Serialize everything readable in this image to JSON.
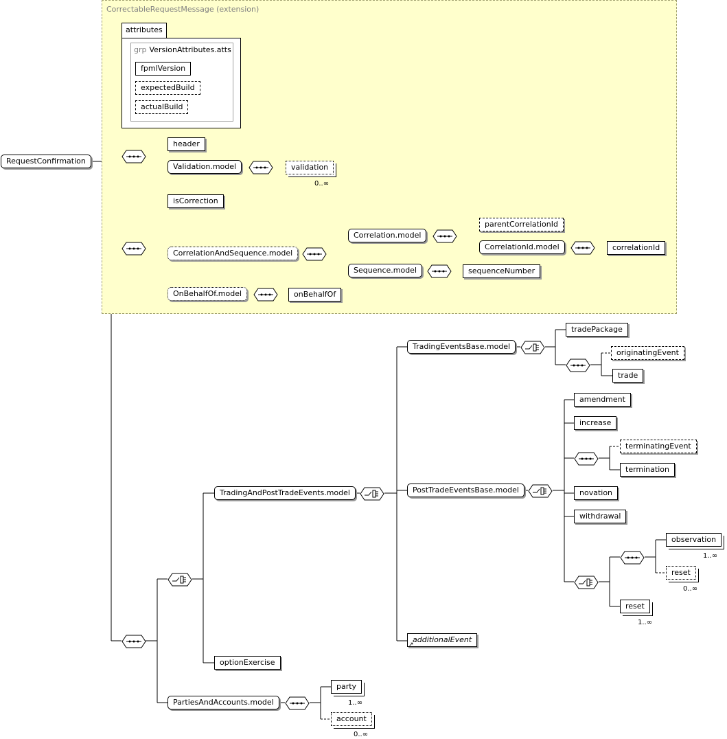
{
  "extension": {
    "title": "CorrectableRequestMessage (extension)"
  },
  "attributes": {
    "tab_label": "attributes",
    "group_keyword": "grp",
    "group_name": "VersionAttributes.atts",
    "items": [
      "fpmlVersion",
      "expectedBuild",
      "actualBuild"
    ]
  },
  "root": "RequestConfirmation",
  "nodes": {
    "header": "header",
    "validation_model": "Validation.model",
    "validation": "validation",
    "validation_card": "0..∞",
    "is_correction": "isCorrection",
    "correlation_and_sequence_model": "CorrelationAndSequence.model",
    "correlation_model": "Correlation.model",
    "parent_correlation_id": "parentCorrelationId",
    "correlation_id_model": "CorrelationId.model",
    "correlation_id": "correlationId",
    "sequence_model": "Sequence.model",
    "sequence_number": "sequenceNumber",
    "on_behalf_of_model": "OnBehalfOf.model",
    "on_behalf_of": "onBehalfOf",
    "trading_events_base_model": "TradingEventsBase.model",
    "trade_package": "tradePackage",
    "originating_event": "originatingEvent",
    "trade": "trade",
    "trading_and_post_trade_events_model": "TradingAndPostTradeEvents.model",
    "post_trade_events_base_model": "PostTradeEventsBase.model",
    "amendment": "amendment",
    "increase": "increase",
    "terminating_event": "terminatingEvent",
    "termination": "termination",
    "novation": "novation",
    "withdrawal": "withdrawal",
    "observation": "observation",
    "observation_card": "1..∞",
    "reset_a": "reset",
    "reset_a_card": "0..∞",
    "reset_b": "reset",
    "reset_b_card": "1..∞",
    "additional_event": "additionalEvent",
    "option_exercise": "optionExercise",
    "parties_and_accounts_model": "PartiesAndAccounts.model",
    "party": "party",
    "party_card": "1..∞",
    "account": "account",
    "account_card": "0..∞"
  }
}
